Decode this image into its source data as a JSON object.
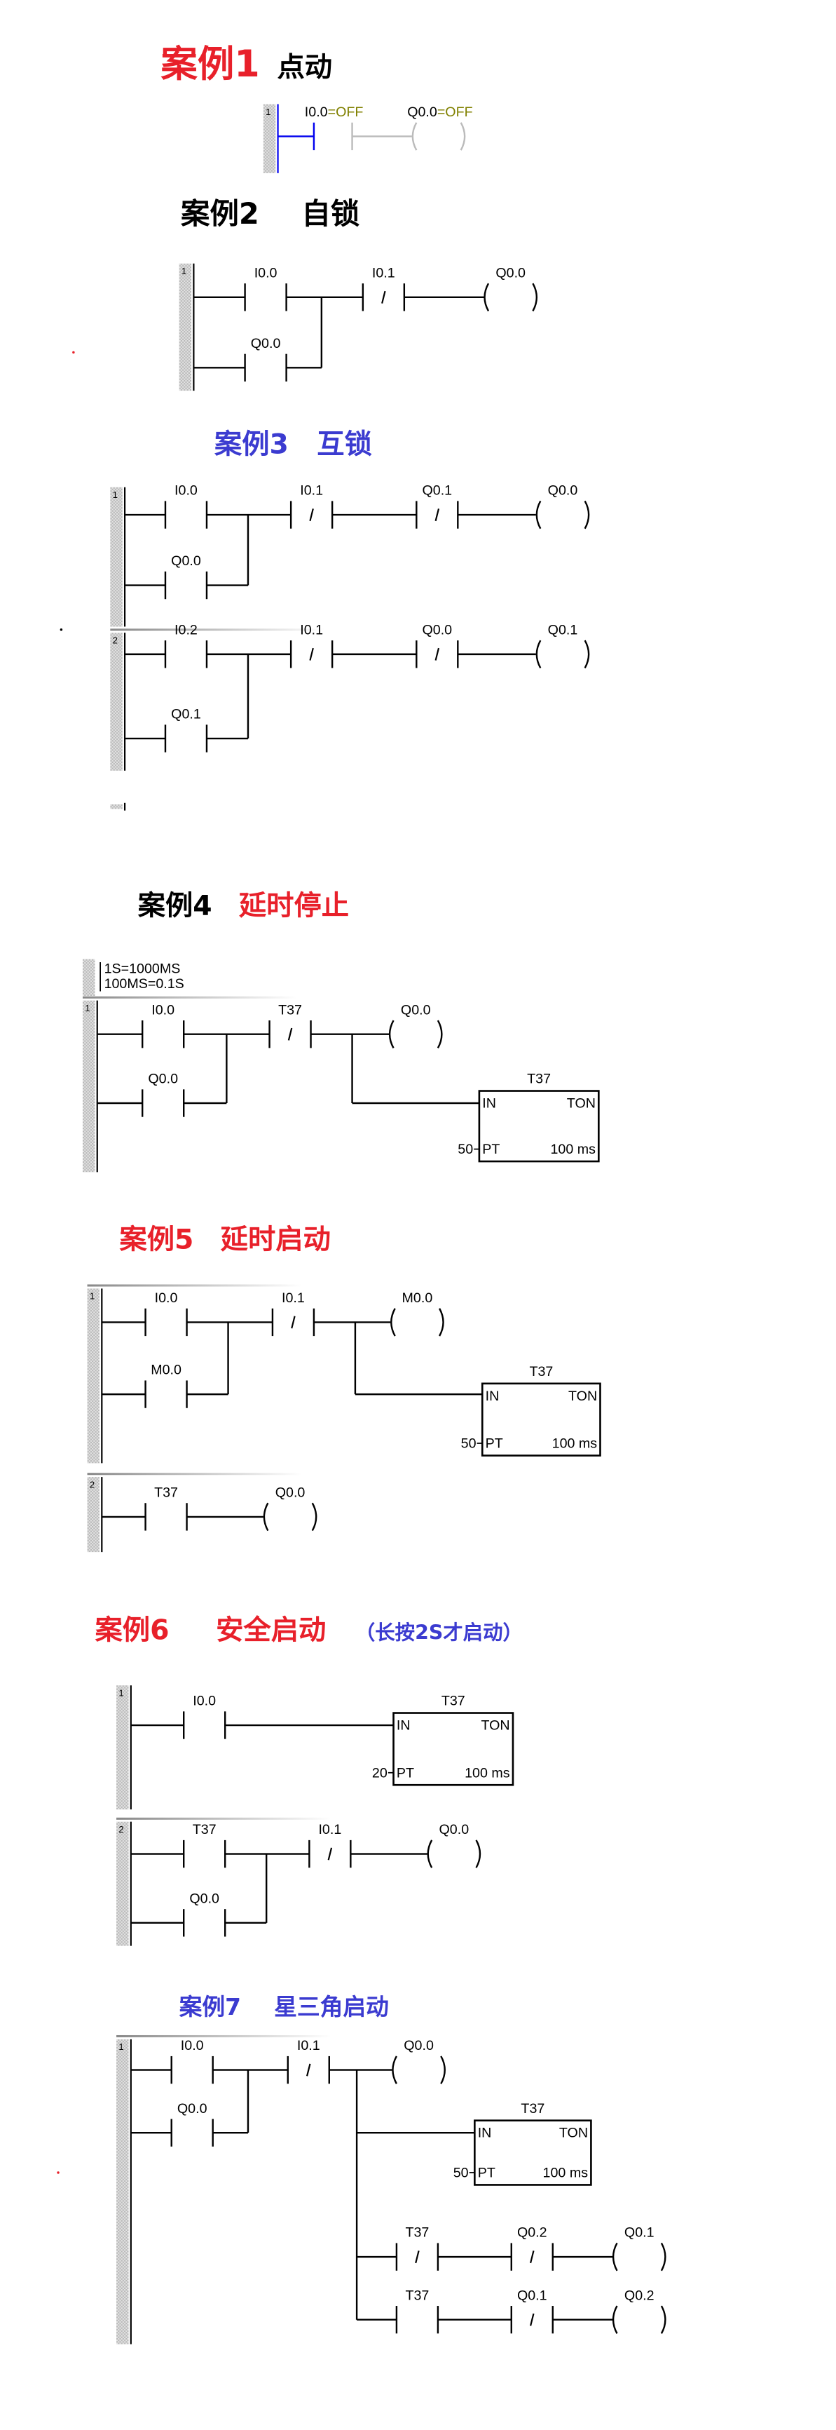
{
  "colors": {
    "red": "#e8202a",
    "blue": "#3b3bd0",
    "olive": "#808000",
    "green": "#008000",
    "black": "#000000",
    "gray": "#bbbbbb",
    "rail_blue": "#0000ee"
  },
  "cases": [
    {
      "num": "案例1",
      "name": "点动",
      "rungs": [
        {
          "number": "1",
          "contact_label": "I0.0",
          "contact_state": "=OFF",
          "coil_label": "Q0.0",
          "coil_state": "=OFF"
        }
      ]
    },
    {
      "num": "案例2",
      "name": "自锁",
      "rungs": [
        {
          "number": "1",
          "labels": [
            "I0.0",
            "I0.1",
            "Q0.0",
            "Q0.0"
          ]
        }
      ]
    },
    {
      "num": "案例3",
      "name": "互锁",
      "rungs": [
        {
          "number": "1",
          "labels": [
            "I0.0",
            "I0.1",
            "Q0.1",
            "Q0.0",
            "Q0.0"
          ]
        },
        {
          "number": "2",
          "labels": [
            "I0.2",
            "I0.1",
            "Q0.0",
            "Q0.1",
            "Q0.1"
          ]
        }
      ]
    },
    {
      "num": "案例4",
      "name": "延时停止",
      "comment": [
        "1S=1000MS",
        "100MS=0.1S"
      ],
      "rungs": [
        {
          "number": "1",
          "labels": [
            "I0.0",
            "T37",
            "Q0.0",
            "Q0.0"
          ],
          "timer": {
            "name": "T37",
            "in": "IN",
            "type": "TON",
            "pt": "PT",
            "base": "100 ms",
            "preset": "50"
          }
        }
      ]
    },
    {
      "num": "案例5",
      "name": "延时启动",
      "rungs": [
        {
          "number": "1",
          "labels": [
            "I0.0",
            "I0.1",
            "M0.0",
            "M0.0"
          ],
          "timer": {
            "name": "T37",
            "in": "IN",
            "type": "TON",
            "pt": "PT",
            "base": "100 ms",
            "preset": "50"
          }
        },
        {
          "number": "2",
          "labels": [
            "T37",
            "Q0.0"
          ]
        }
      ]
    },
    {
      "num": "案例6",
      "name": "安全启动",
      "note": "（长按2S才启动）",
      "rungs": [
        {
          "number": "1",
          "labels": [
            "I0.0"
          ],
          "timer": {
            "name": "T37",
            "in": "IN",
            "type": "TON",
            "pt": "PT",
            "base": "100 ms",
            "preset": "20"
          }
        },
        {
          "number": "2",
          "labels": [
            "T37",
            "I0.1",
            "Q0.0",
            "Q0.0"
          ]
        }
      ]
    },
    {
      "num": "案例7",
      "name": "星三角启动",
      "rungs": [
        {
          "number": "1",
          "labels": [
            "I0.0",
            "I0.1",
            "Q0.0",
            "Q0.0",
            "T37",
            "Q0.2",
            "Q0.1",
            "T37",
            "Q0.1",
            "Q0.2"
          ],
          "timer": {
            "name": "T37",
            "in": "IN",
            "type": "TON",
            "pt": "PT",
            "base": "100 ms",
            "preset": "50"
          }
        }
      ]
    }
  ]
}
